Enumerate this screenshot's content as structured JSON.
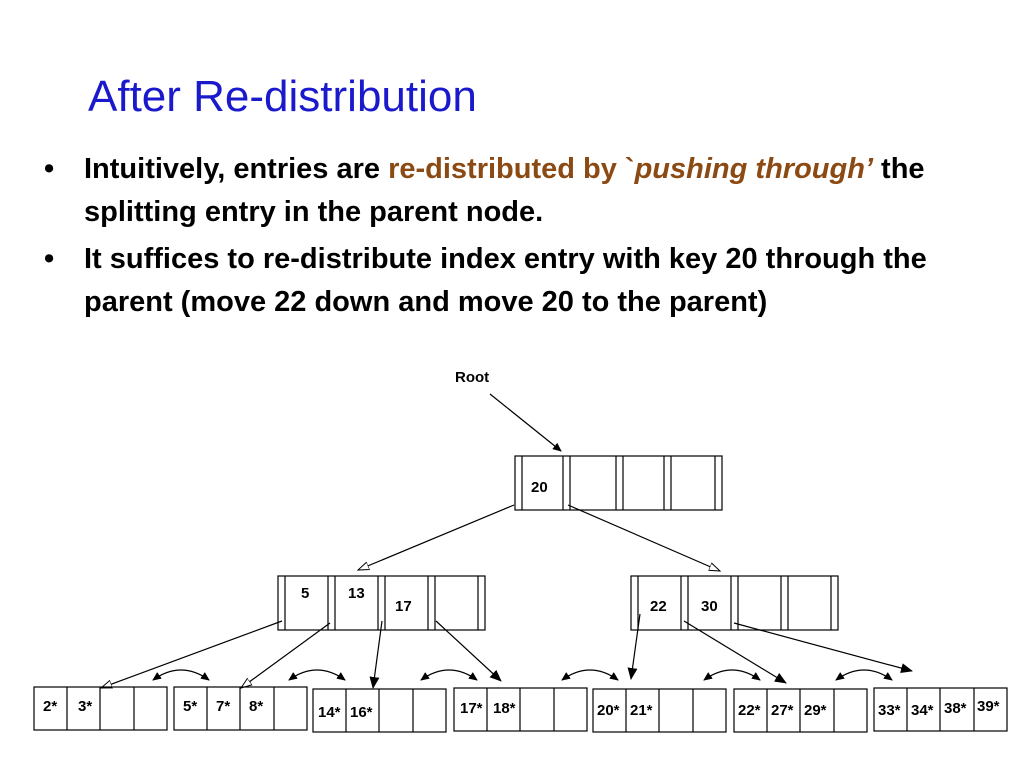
{
  "title": "After Re-distribution",
  "bullets": [
    {
      "dot": "•",
      "part1": "Intuitively, entries are ",
      "part2": "re-distributed by `",
      "part3": "pushing through",
      "part4": "’",
      "part5": " the splitting entry in the parent node."
    },
    {
      "dot": "•",
      "text": "It suffices to re-distribute index entry with key 20 through the parent (move 22 down and move 20 to the parent)"
    }
  ],
  "diagram": {
    "root_label": "Root",
    "root_keys": [
      "20"
    ],
    "left_index_keys": [
      "5",
      "13",
      "17"
    ],
    "right_index_keys": [
      "22",
      "30"
    ],
    "leaves": [
      [
        "2*",
        "3*"
      ],
      [
        "5*",
        "7*",
        "8*"
      ],
      [
        "14*",
        "16*"
      ],
      [
        "17*",
        "18*"
      ],
      [
        "20*",
        "21*"
      ],
      [
        "22*",
        "27*",
        "29*"
      ],
      [
        "33*",
        "34*",
        "38*",
        "39*"
      ]
    ]
  }
}
